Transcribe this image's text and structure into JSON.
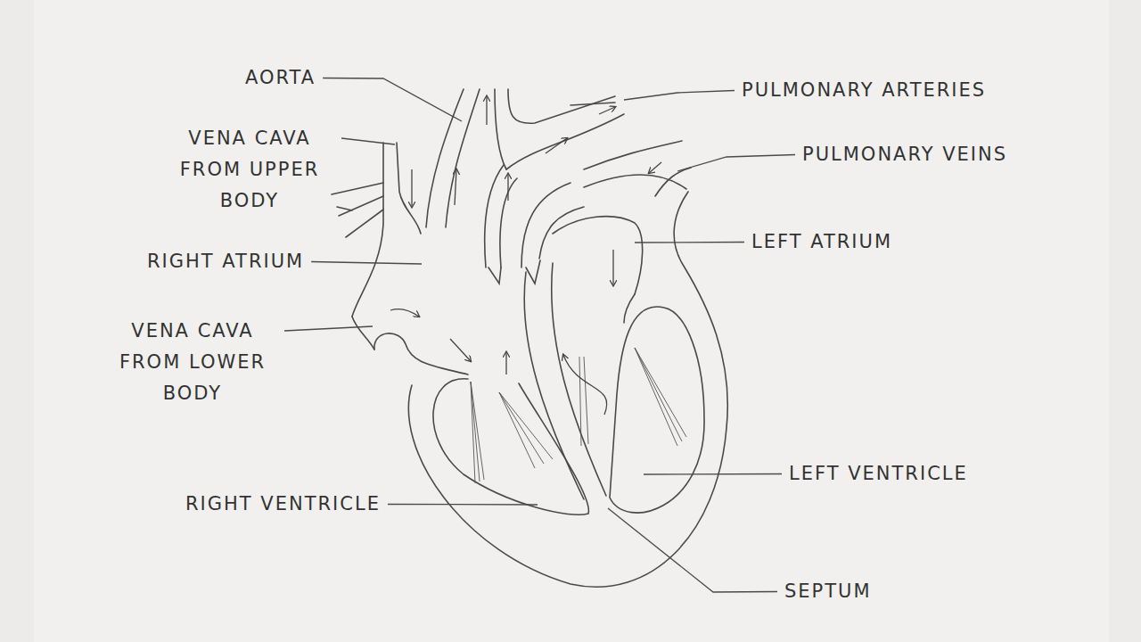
{
  "diagram": {
    "labels": [
      "AORTA",
      "PULMONARY ARTERIES",
      "VENA CAVA FROM UPPER BODY",
      "PULMONARY VEINS",
      "LEFT ATRIUM",
      "RIGHT ATRIUM",
      "VENA CAVA FROM LOWER BODY",
      "LEFT VENTRICLE",
      "RIGHT VENTRICLE",
      "SEPTUM"
    ]
  }
}
